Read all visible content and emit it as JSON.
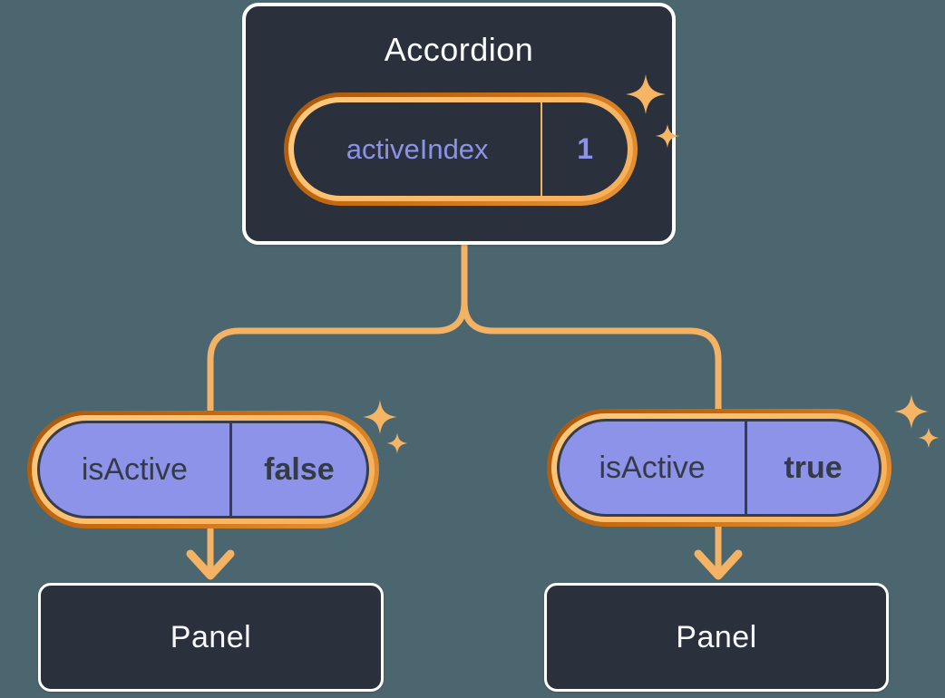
{
  "diagram": {
    "accordion": {
      "title": "Accordion",
      "state": {
        "label": "activeIndex",
        "value": "1"
      }
    },
    "children": [
      {
        "state": {
          "label": "isActive",
          "value": "false"
        },
        "panel": {
          "title": "Panel"
        }
      },
      {
        "state": {
          "label": "isActive",
          "value": "true"
        },
        "panel": {
          "title": "Panel"
        }
      }
    ],
    "icons": {
      "sparkle": "sparkle-icon",
      "arrow_down": "arrow-down-icon"
    },
    "colors": {
      "background": "#4C6670",
      "node_fill": "#2A303C",
      "node_border": "#FFFFFF",
      "connector": "#F3B264",
      "ring_outer_orange": "#B4600D",
      "ring_inner_orange": "#F9BA66",
      "state_fill_purple": "#8C93E8",
      "state_text_dark": "#343B47",
      "state_text_purple": "#8B93E8",
      "title_text": "#FFFFFF"
    }
  }
}
